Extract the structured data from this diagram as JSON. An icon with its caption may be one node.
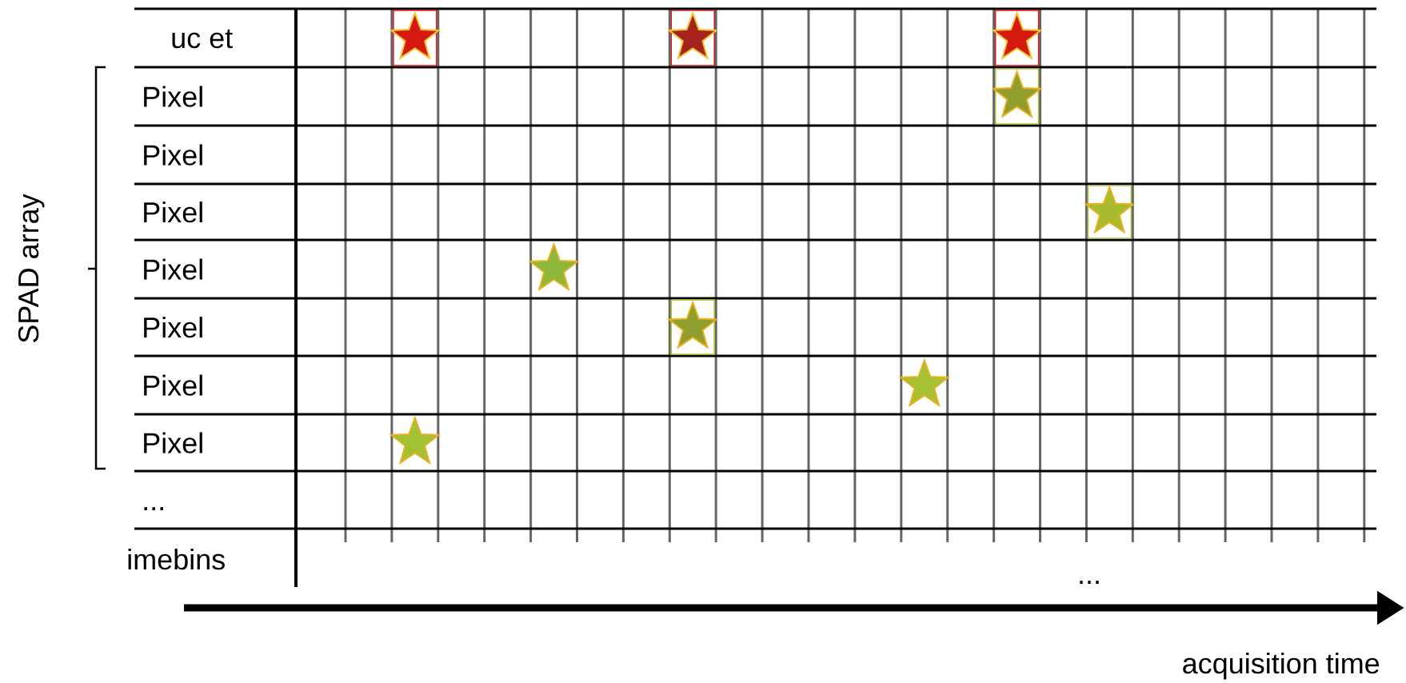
{
  "diagram": {
    "labels": [
      "uc et",
      "Pixel",
      "Pixel",
      "Pixel",
      "Pixel",
      "Pixel",
      "Pixel",
      "Pixel",
      "...",
      "imebins",
      "...",
      "acquisition time",
      "SPAD array"
    ]
  }
}
